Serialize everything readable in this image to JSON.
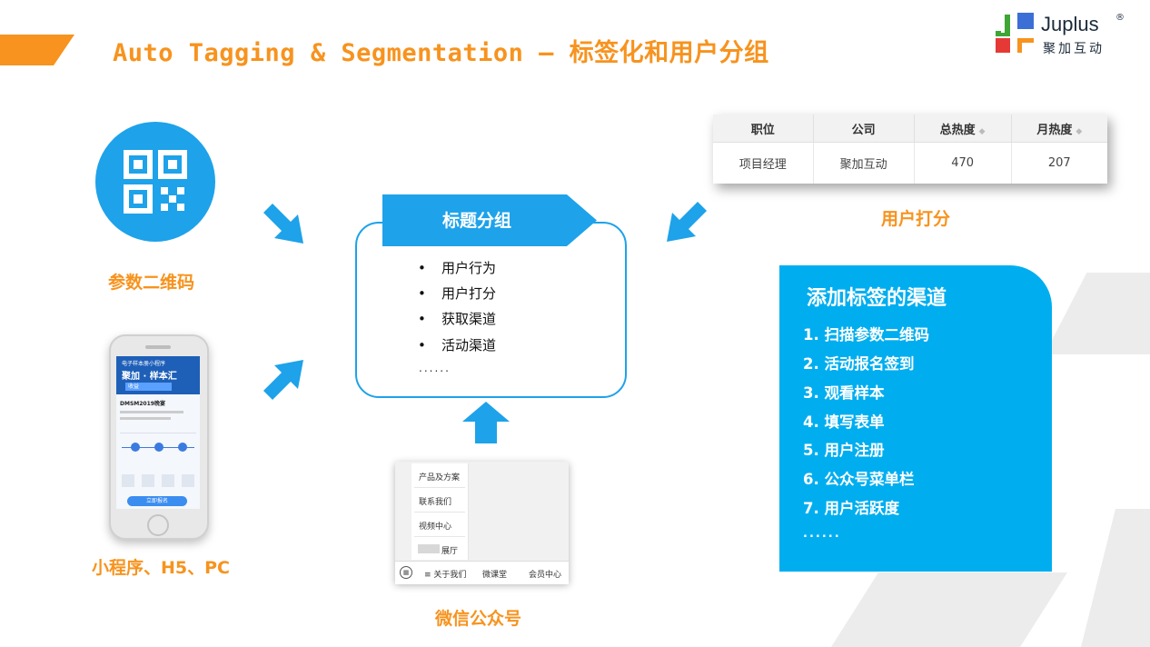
{
  "header": {
    "title": "Auto Tagging & Segmentation – 标签化和用户分组",
    "logo_text": "Juplus",
    "logo_reg": "®",
    "logo_sub": "聚加互动"
  },
  "colors": {
    "accent_orange": "#f7931e",
    "accent_blue": "#1ea2ea",
    "channel_blue": "#00aef0"
  },
  "sources": {
    "qr_label": "参数二维码",
    "mini_label": "小程序、H5、PC",
    "wechat_label": "微信公众号",
    "score_label": "用户打分"
  },
  "phone_screen": {
    "small_title": "电子样本册小程序",
    "banner": "聚加 · 样本汇",
    "banner_sub": "收益",
    "event": "DMSM2019晚宴",
    "button": "立即报名"
  },
  "center": {
    "heading": "标题分组",
    "items": [
      "用户行为",
      "用户打分",
      "获取渠道",
      "活动渠道"
    ],
    "more": "......"
  },
  "table": {
    "headers": [
      "职位",
      "公司",
      "总热度",
      "月热度"
    ],
    "row": [
      "项目经理",
      "聚加互动",
      "470",
      "207"
    ]
  },
  "channels": {
    "title": "添加标签的渠道",
    "items": [
      "1. 扫描参数二维码",
      "2. 活动报名签到",
      "3. 观看样本",
      "4. 填写表单",
      "5. 用户注册",
      "6. 公众号菜单栏",
      "7. 用户活跃度"
    ],
    "more": "......"
  },
  "wechat_menu": {
    "items": [
      "产品及方案",
      "联系我们",
      "视频中心",
      "展厅"
    ],
    "bar": [
      "≡ 关于我们",
      "微课堂",
      "会员中心"
    ]
  }
}
